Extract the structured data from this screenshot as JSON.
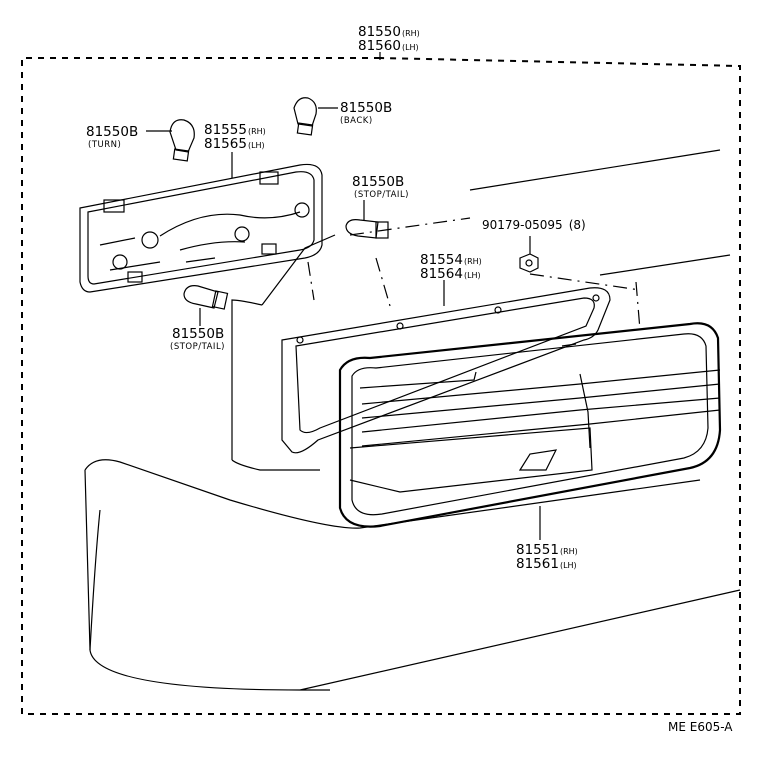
{
  "labels": {
    "assembly": {
      "rh": "81550",
      "rh_side": "(RH)",
      "lh": "81560",
      "lh_side": "(LH)"
    },
    "bulb_turn": {
      "part": "81550B",
      "note": "(TURN)"
    },
    "bulb_back": {
      "part": "81550B",
      "note": "(BACK)"
    },
    "bulb_stop_tail_upper": {
      "part": "81550B",
      "note": "(STOP/TAIL)"
    },
    "bulb_stop_tail_lower": {
      "part": "81550B",
      "note": "(STOP/TAIL)"
    },
    "socket_plate": {
      "rh": "81555",
      "rh_side": "(RH)",
      "lh": "81565",
      "lh_side": "(LH)"
    },
    "gasket": {
      "rh": "81554",
      "rh_side": "(RH)",
      "lh": "81564",
      "lh_side": "(LH)"
    },
    "nut": {
      "part": "90179-05095",
      "qty": "(8)"
    },
    "lens": {
      "rh": "81551",
      "rh_side": "(RH)",
      "lh": "81561",
      "lh_side": "(LH)"
    },
    "drawing_code": "ME E605-A"
  }
}
